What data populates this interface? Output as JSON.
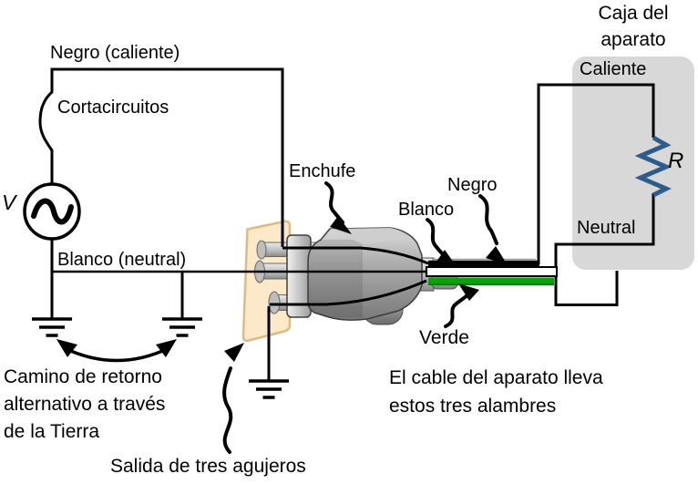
{
  "diagram": {
    "source_label": "V",
    "hot_wire_label": "Negro (caliente)",
    "breaker_label": "Cortacircuitos",
    "neutral_wire_label": "Blanco (neutral)",
    "earth_note": [
      "Camino de retorno",
      "alternativo a través",
      "de la Tierra"
    ],
    "outlet_label": "Salida de tres agujeros",
    "plug_label": "Enchufe",
    "black_label": "Negro",
    "white_label": "Blanco",
    "green_label": "Verde",
    "cord_note": [
      "El cable del aparato lleva",
      "estos tres alambres"
    ],
    "case_title": [
      "Caja del",
      "aparato"
    ],
    "case_hot_label": "Caliente",
    "case_neutral_label": "Neutral",
    "resistor_label": "R"
  },
  "colors": {
    "green_wire": "#0CA00C",
    "green_wire_dark": "#087A0D",
    "resistor_blue": "#2B5C8C",
    "case_gray": "#D8D8D8",
    "outlet_cream": "#FBE9CA",
    "outlet_border": "#DDBB84"
  }
}
